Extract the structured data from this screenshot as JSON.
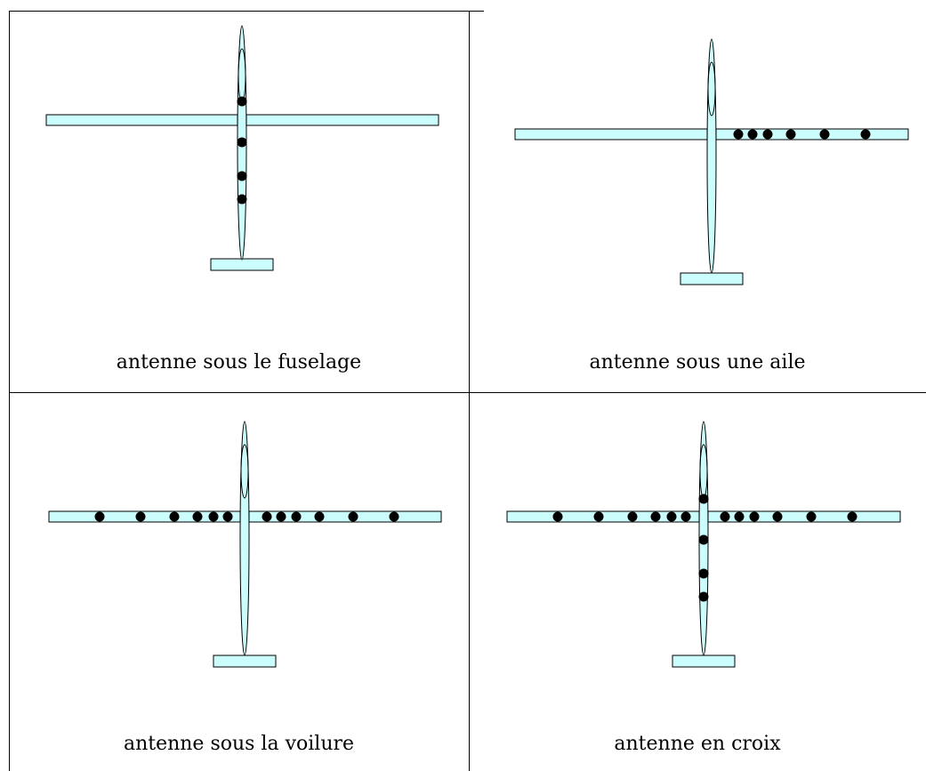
{
  "colors": {
    "fill": "#ccfdfd",
    "stroke": "#000000",
    "dot": "#000000",
    "line": "#000000"
  },
  "panels": [
    {
      "caption": "antenne sous le fuselage",
      "antennas": {
        "fuselage": 4,
        "left_wing": 0,
        "right_wing": 0
      }
    },
    {
      "caption": "antenne sous une aile",
      "antennas": {
        "fuselage": 0,
        "left_wing": 0,
        "right_wing": 6
      }
    },
    {
      "caption": "antenne sous la voilure",
      "antennas": {
        "fuselage": 0,
        "left_wing": 6,
        "right_wing": 6
      }
    },
    {
      "caption": "antenne en croix",
      "antennas": {
        "fuselage": 4,
        "left_wing": 6,
        "right_wing": 6
      }
    }
  ]
}
